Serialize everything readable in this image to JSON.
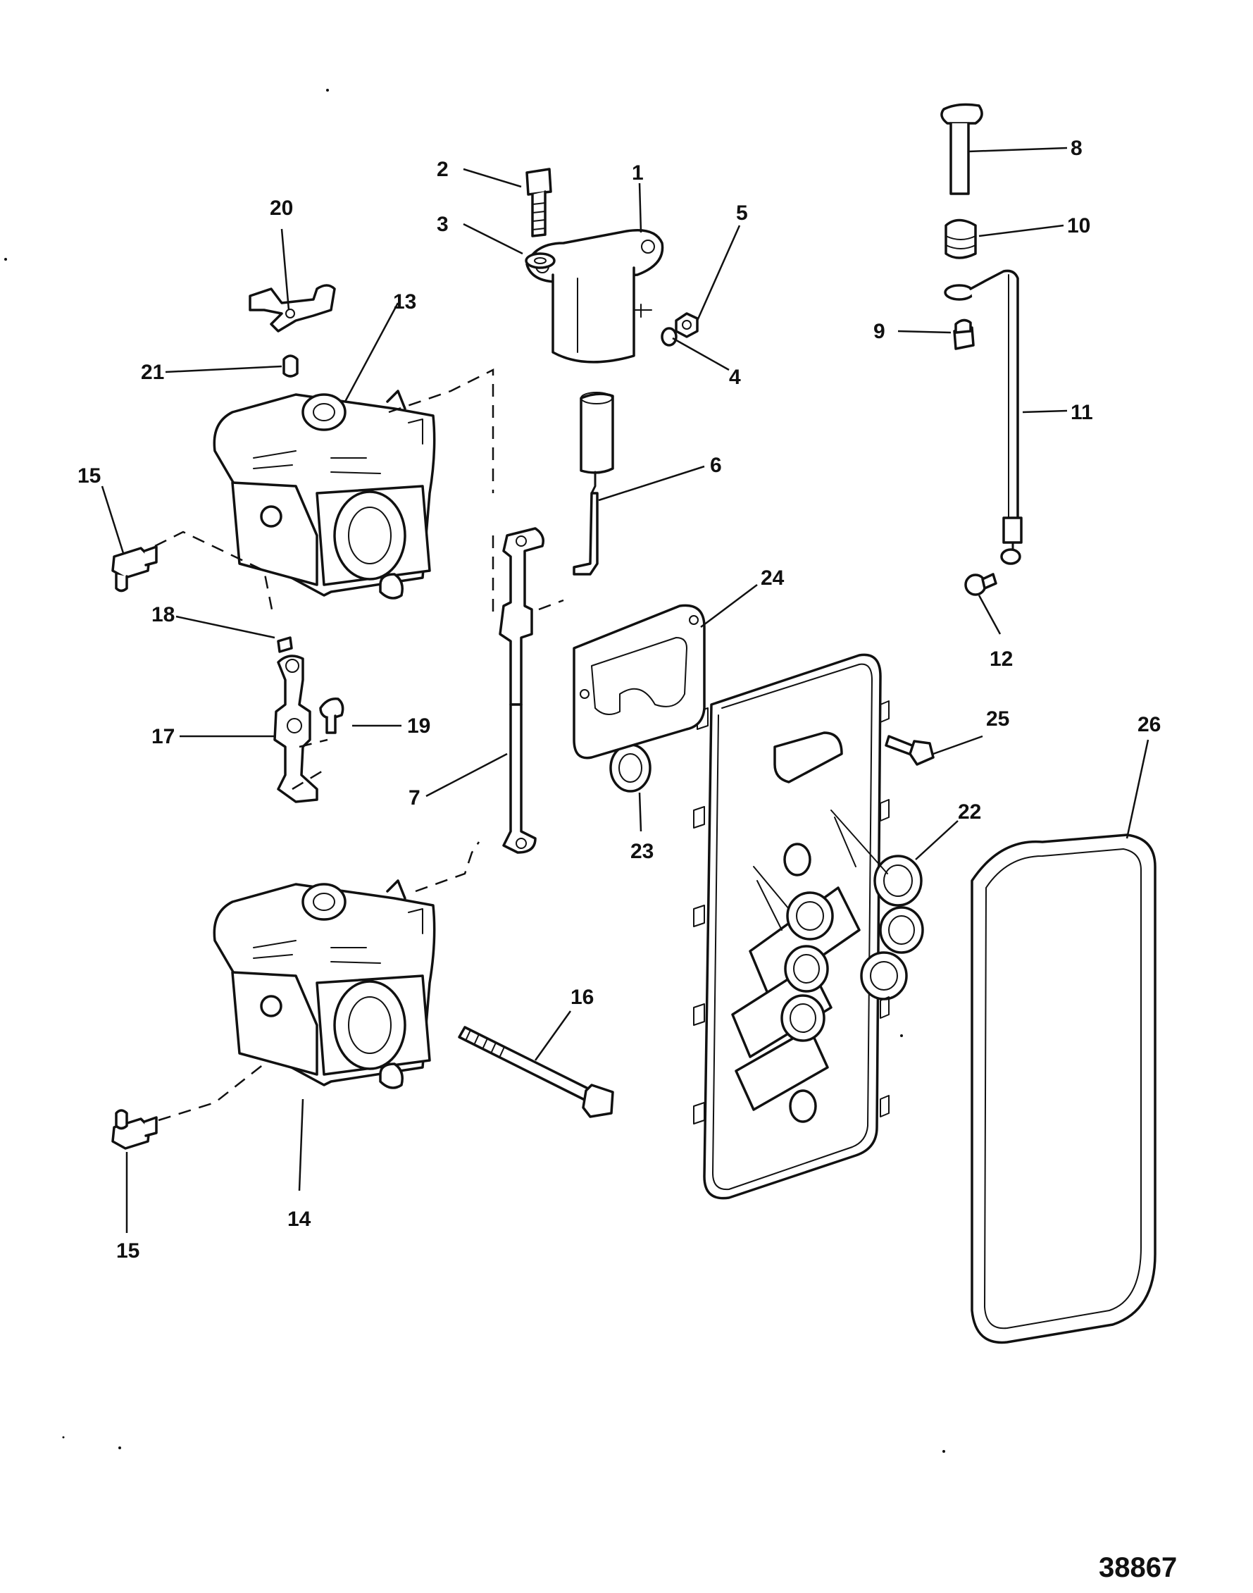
{
  "callouts": {
    "c1": "1",
    "c2": "2",
    "c3": "3",
    "c4": "4",
    "c5": "5",
    "c6": "6",
    "c7": "7",
    "c8": "8",
    "c9": "9",
    "c10": "10",
    "c11": "11",
    "c12": "12",
    "c13": "13",
    "c14": "14",
    "c15a": "15",
    "c15b": "15",
    "c16": "16",
    "c17": "17",
    "c18": "18",
    "c19": "19",
    "c20": "20",
    "c21": "21",
    "c22": "22",
    "c23": "23",
    "c24": "24",
    "c25": "25",
    "c26": "26"
  },
  "drawing_number": "38867",
  "colors": {
    "line": "#111111",
    "background": "#ffffff"
  }
}
